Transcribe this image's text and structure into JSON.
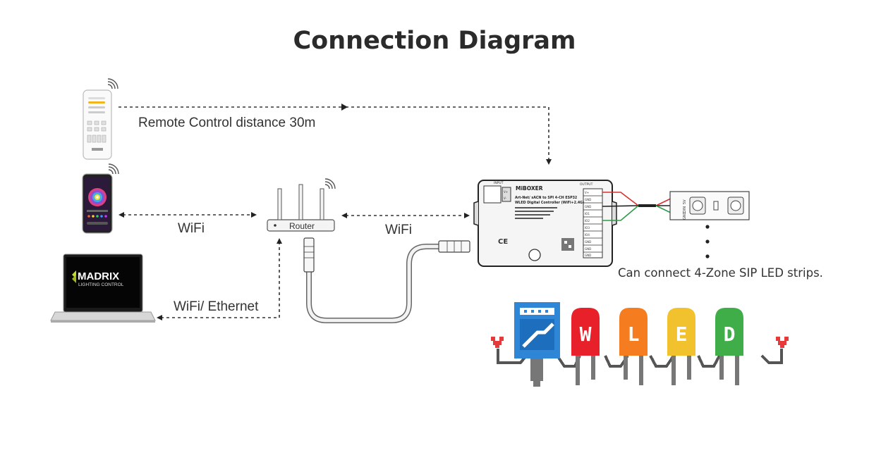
{
  "title": "Connection Diagram",
  "labels": {
    "remote_distance": "Remote Control distance 30m",
    "wifi_phone": "WiFi",
    "wifi_controller": "WiFi",
    "wifi_ethernet": "WiFi/ Ethernet",
    "router": "Router",
    "sip_strips": "Can connect 4-Zone SIP LED strips."
  },
  "laptop_screen": {
    "brand": "MADRIX",
    "tagline": "LIGHTING CONTROL"
  },
  "controller": {
    "brand": "MiBOXER",
    "input_label": "INPUT",
    "output_label": "OUTPUT",
    "title_lines": [
      "Art-Net/ sACN to SPI 4-CH ESP32",
      "WLED Digital Controller (WiFi+2.4G)"
    ],
    "input_terminals": [
      "V+",
      "V-"
    ],
    "output_terminals": [
      "V+",
      "GND",
      "GND",
      "IO1",
      "IO2",
      "IO3",
      "IO4",
      "GND",
      "GND",
      "GND"
    ]
  },
  "led_strip_pads": [
    "5V",
    "DIN",
    "GND"
  ],
  "wled_logo_letters": [
    "W",
    "L",
    "E",
    "D"
  ],
  "colors": {
    "wled_blue": "#2f86d6",
    "wled_red": "#e8202a",
    "wled_orange": "#f57c1f",
    "wled_yellow": "#f2c12e",
    "wled_green": "#3fae49",
    "wire_red": "#d83030",
    "wire_green": "#2f9a4a"
  }
}
